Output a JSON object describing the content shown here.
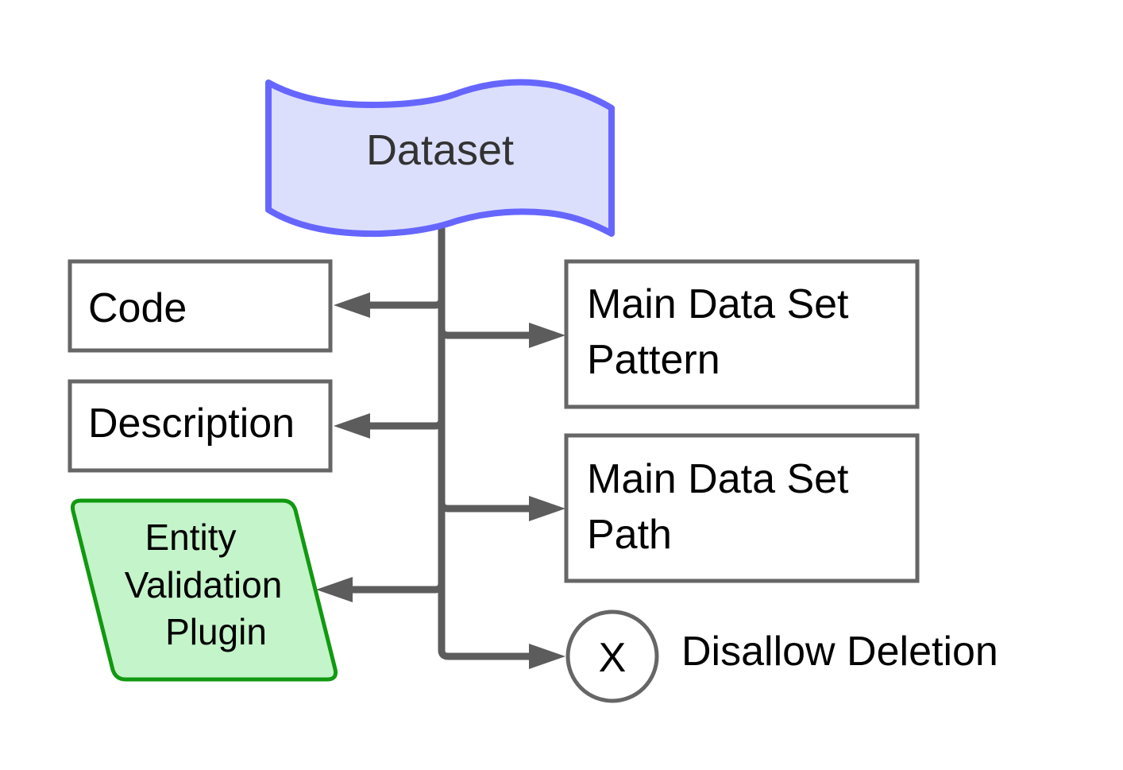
{
  "colors": {
    "dataset_fill": "#dcdffb",
    "dataset_stroke": "#6666ff",
    "dataset_text": "#333333",
    "box_stroke": "#666666",
    "plugin_fill": "#c4f4c9",
    "plugin_stroke": "#119911",
    "connector": "#5c5c5c"
  },
  "dataset": {
    "label": "Dataset"
  },
  "left_items": [
    {
      "label": "Code"
    },
    {
      "label": "Description"
    }
  ],
  "plugin": {
    "lines": [
      "Entity",
      "Validation",
      "Plugin"
    ]
  },
  "right_items": [
    {
      "lines": [
        "Main Data Set",
        "Pattern"
      ]
    },
    {
      "lines": [
        "Main Data Set",
        "Path"
      ]
    }
  ],
  "disallow": {
    "symbol": "X",
    "label": "Disallow Deletion"
  }
}
